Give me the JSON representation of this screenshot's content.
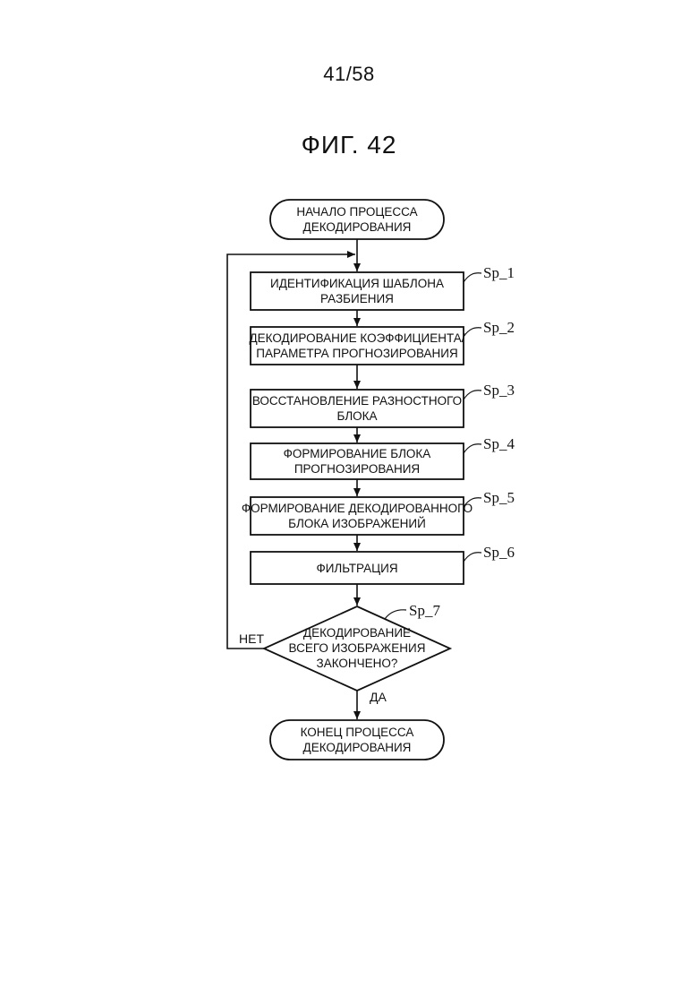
{
  "header": {
    "page_number": "41/58",
    "figure_title": "ФИГ. 42"
  },
  "flowchart": {
    "start": [
      "НАЧАЛО ПРОЦЕССА",
      "ДЕКОДИРОВАНИЯ"
    ],
    "steps": [
      {
        "label": "Sp_1",
        "lines": [
          "ИДЕНТИФИКАЦИЯ ШАБЛОНА",
          "РАЗБИЕНИЯ"
        ]
      },
      {
        "label": "Sp_2",
        "lines": [
          "ДЕКОДИРОВАНИЕ КОЭФФИЦИЕНТА/",
          "ПАРАМЕТРА ПРОГНОЗИРОВАНИЯ"
        ]
      },
      {
        "label": "Sp_3",
        "lines": [
          "ВОССТАНОВЛЕНИЕ РАЗНОСТНОГО",
          "БЛОКА"
        ]
      },
      {
        "label": "Sp_4",
        "lines": [
          "ФОРМИРОВАНИЕ БЛОКА",
          "ПРОГНОЗИРОВАНИЯ"
        ]
      },
      {
        "label": "Sp_5",
        "lines": [
          "ФОРМИРОВАНИЕ ДЕКОДИРОВАННОГО",
          "БЛОКА ИЗОБРАЖЕНИЙ"
        ]
      },
      {
        "label": "Sp_6",
        "lines": [
          "ФИЛЬТРАЦИЯ"
        ]
      }
    ],
    "decision": {
      "label": "Sp_7",
      "lines": [
        "ДЕКОДИРОВАНИЕ",
        "ВСЕГО ИЗОБРАЖЕНИЯ",
        "ЗАКОНЧЕНО?"
      ],
      "no_label": "НЕТ",
      "yes_label": "ДА"
    },
    "end": [
      "КОНЕЦ ПРОЦЕССА",
      "ДЕКОДИРОВАНИЯ"
    ]
  }
}
